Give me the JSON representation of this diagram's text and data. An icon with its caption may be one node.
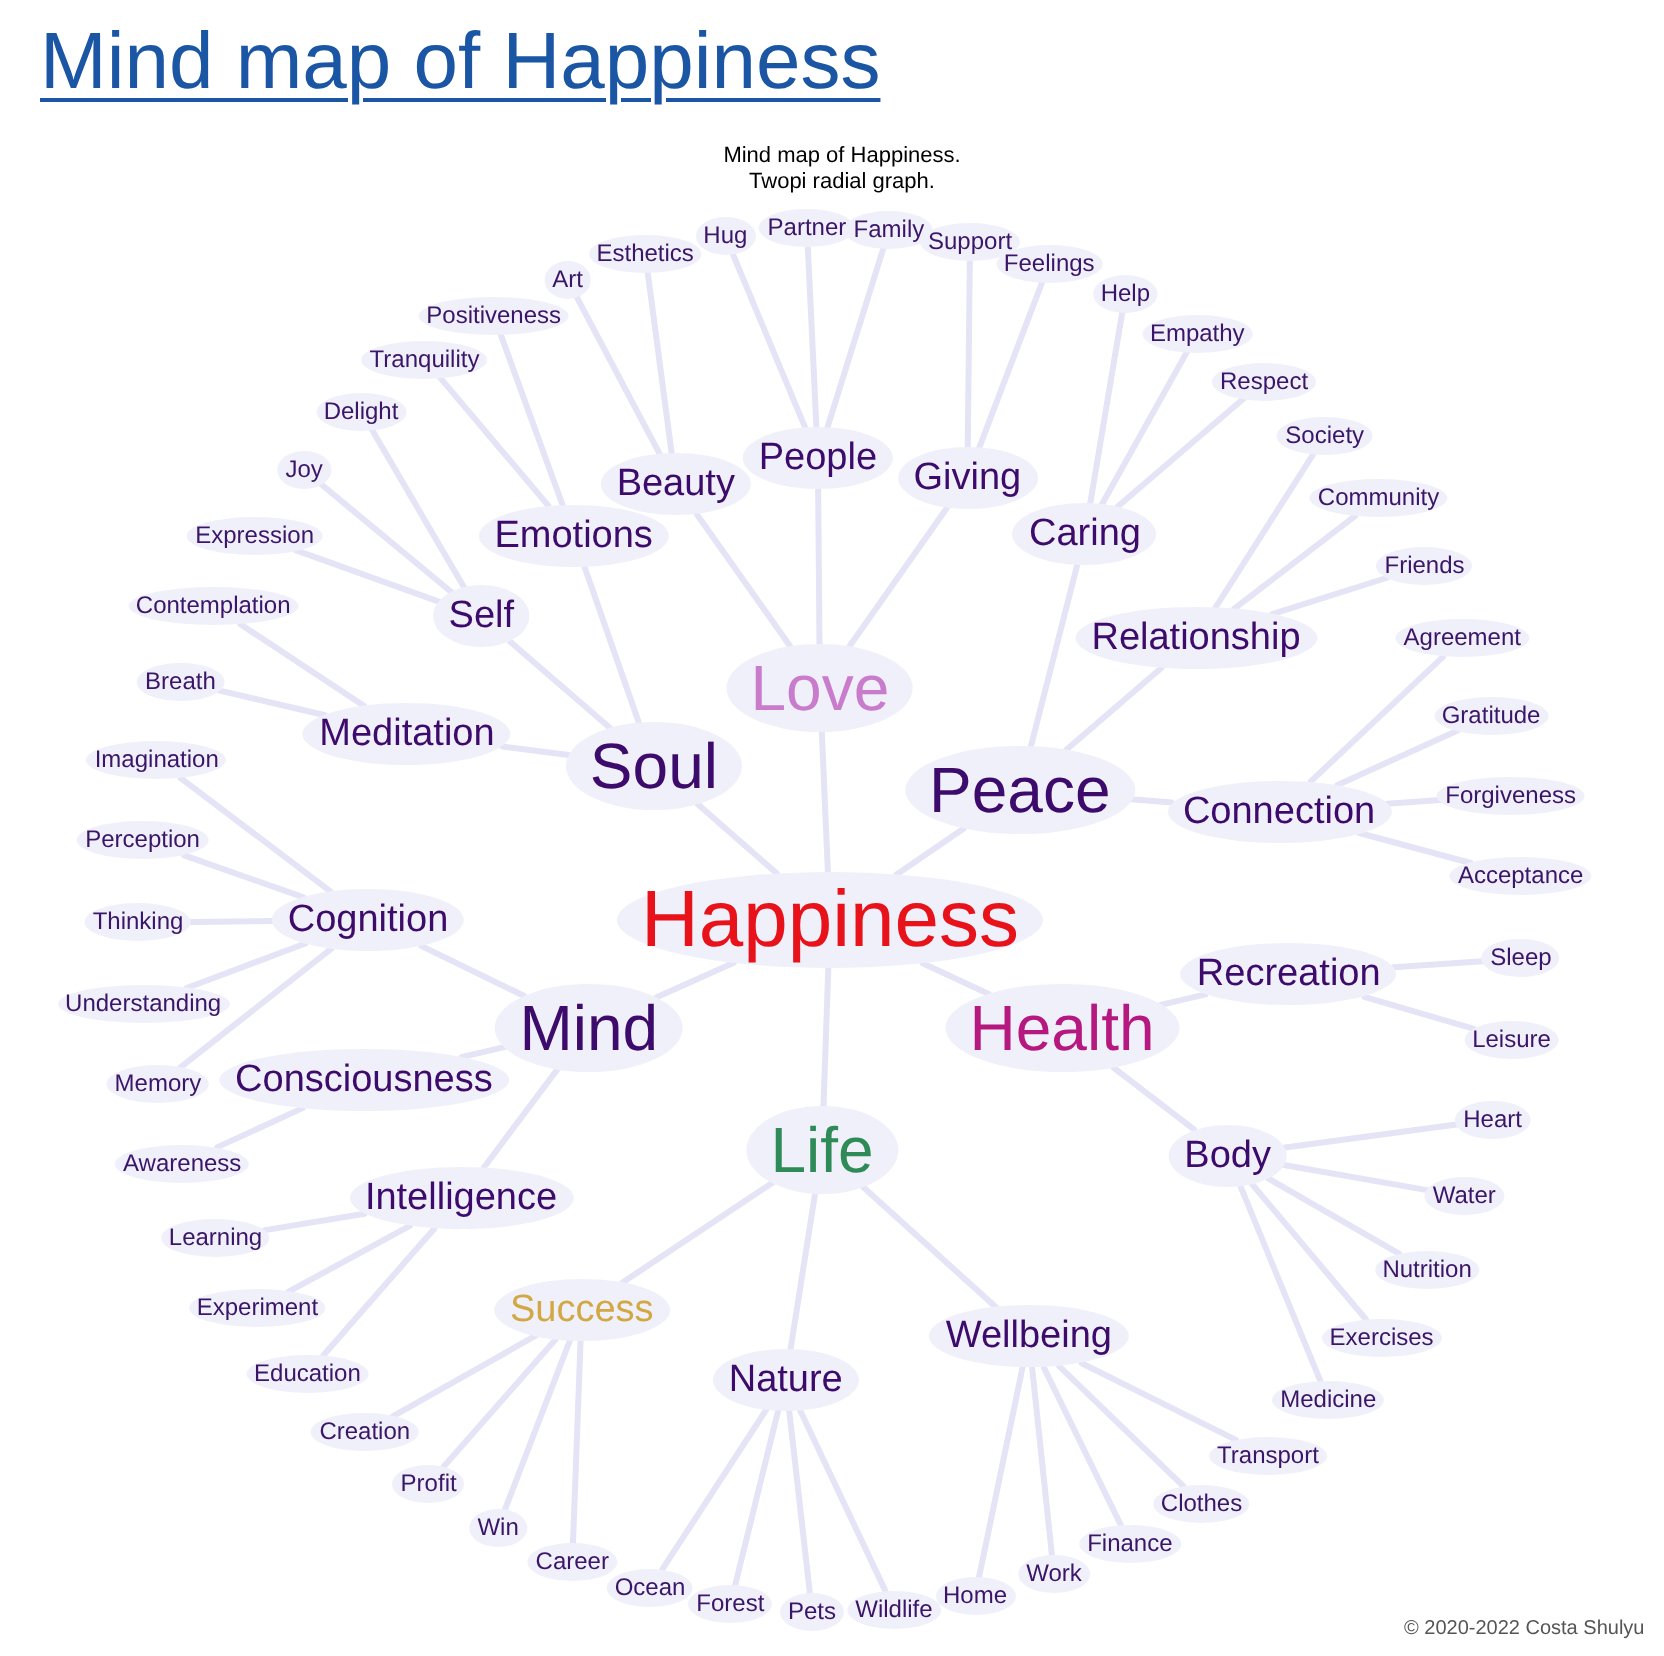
{
  "diagram": {
    "title": "Mind map of Happiness",
    "nodes": [
      {
        "text": [
          "Happiness"
        ]
      },
      {
        "text": [
          "Love"
        ]
      },
      {
        "text": [
          "Peace"
        ]
      },
      {
        "text": [
          "Health"
        ]
      },
      {
        "text": [
          "Life"
        ]
      },
      {
        "text": [
          "Mind"
        ]
      },
      {
        "text": [
          "Soul"
        ]
      },
      {
        "text": [
          "People"
        ]
      },
      {
        "text": [
          "Giving"
        ]
      },
      {
        "text": [
          "Caring"
        ]
      },
      {
        "text": [
          "Relationship"
        ]
      },
      {
        "text": [
          "Connection"
        ]
      },
      {
        "text": [
          "Recreation"
        ]
      },
      {
        "text": [
          "Body"
        ]
      },
      {
        "text": [
          "Wellbeing"
        ]
      },
      {
        "text": [
          "Nature"
        ]
      },
      {
        "text": [
          "Success"
        ]
      },
      {
        "text": [
          "Intelligence"
        ]
      },
      {
        "text": [
          "Consciousness"
        ]
      },
      {
        "text": [
          "Cognition"
        ]
      },
      {
        "text": [
          "Meditation"
        ]
      },
      {
        "text": [
          "Self"
        ]
      },
      {
        "text": [
          "Emotions"
        ]
      },
      {
        "text": [
          "Beauty"
        ]
      },
      {
        "text": [
          "Hug"
        ]
      },
      {
        "text": [
          "Partner"
        ]
      },
      {
        "text": [
          "Family"
        ]
      },
      {
        "text": [
          "Support"
        ]
      },
      {
        "text": [
          "Feelings"
        ]
      },
      {
        "text": [
          "Help"
        ]
      },
      {
        "text": [
          "Empathy"
        ]
      },
      {
        "text": [
          "Respect"
        ]
      },
      {
        "text": [
          "Society"
        ]
      },
      {
        "text": [
          "Community"
        ]
      },
      {
        "text": [
          "Friends"
        ]
      },
      {
        "text": [
          "Agreement"
        ]
      },
      {
        "text": [
          "Gratitude"
        ]
      },
      {
        "text": [
          "Forgiveness"
        ]
      },
      {
        "text": [
          "Acceptance"
        ]
      },
      {
        "text": [
          "Sleep"
        ]
      },
      {
        "text": [
          "Leisure"
        ]
      },
      {
        "text": [
          "Heart"
        ]
      },
      {
        "text": [
          "Water"
        ]
      },
      {
        "text": [
          "Nutrition"
        ]
      },
      {
        "text": [
          "Exercises"
        ]
      },
      {
        "text": [
          "Medicine"
        ]
      },
      {
        "text": [
          "Transport"
        ]
      },
      {
        "text": [
          "Clothes"
        ]
      },
      {
        "text": [
          "Finance"
        ]
      },
      {
        "text": [
          "Work"
        ]
      },
      {
        "text": [
          "Home"
        ]
      },
      {
        "text": [
          "Wildlife"
        ]
      },
      {
        "text": [
          "Pets"
        ]
      },
      {
        "text": [
          "Forest"
        ]
      },
      {
        "text": [
          "Ocean"
        ]
      },
      {
        "text": [
          "Career"
        ]
      },
      {
        "text": [
          "Win"
        ]
      },
      {
        "text": [
          "Profit"
        ]
      },
      {
        "text": [
          "Creation"
        ]
      },
      {
        "text": [
          "Education"
        ]
      },
      {
        "text": [
          "Experiment"
        ]
      },
      {
        "text": [
          "Learning"
        ]
      },
      {
        "text": [
          "Awareness"
        ]
      },
      {
        "text": [
          "Memory"
        ]
      },
      {
        "text": [
          "Understanding"
        ]
      },
      {
        "text": [
          "Thinking"
        ]
      },
      {
        "text": [
          "Perception"
        ]
      },
      {
        "text": [
          "Imagination"
        ]
      },
      {
        "text": [
          "Breath"
        ]
      },
      {
        "text": [
          "Contemplation"
        ]
      },
      {
        "text": [
          "Expression"
        ]
      },
      {
        "text": [
          "Joy"
        ]
      },
      {
        "text": [
          "Delight"
        ]
      },
      {
        "text": [
          "Tranquility"
        ]
      },
      {
        "text": [
          "Positiveness"
        ]
      },
      {
        "text": [
          "Art"
        ]
      },
      {
        "text": [
          "Esthetics"
        ]
      }
    ],
    "edges": [
      {
        "from": 0,
        "to": 1,
        "arrow": "none"
      },
      {
        "from": 0,
        "to": 2,
        "arrow": "none"
      },
      {
        "from": 0,
        "to": 3,
        "arrow": "none"
      },
      {
        "from": 0,
        "to": 4,
        "arrow": "none"
      },
      {
        "from": 0,
        "to": 5,
        "arrow": "none"
      },
      {
        "from": 0,
        "to": 6,
        "arrow": "none"
      },
      {
        "from": 1,
        "to": 7,
        "arrow": "none"
      },
      {
        "from": 1,
        "to": 8,
        "arrow": "none"
      },
      {
        "from": 1,
        "to": 23,
        "arrow": "none"
      },
      {
        "from": 2,
        "to": 9,
        "arrow": "none"
      },
      {
        "from": 2,
        "to": 10,
        "arrow": "none"
      },
      {
        "from": 2,
        "to": 11,
        "arrow": "none"
      },
      {
        "from": 3,
        "to": 12,
        "arrow": "none"
      },
      {
        "from": 3,
        "to": 13,
        "arrow": "none"
      },
      {
        "from": 4,
        "to": 14,
        "arrow": "none"
      },
      {
        "from": 4,
        "to": 15,
        "arrow": "none"
      },
      {
        "from": 4,
        "to": 16,
        "arrow": "none"
      },
      {
        "from": 5,
        "to": 17,
        "arrow": "none"
      },
      {
        "from": 5,
        "to": 18,
        "arrow": "none"
      },
      {
        "from": 5,
        "to": 19,
        "arrow": "none"
      },
      {
        "from": 6,
        "to": 20,
        "arrow": "none"
      },
      {
        "from": 6,
        "to": 21,
        "arrow": "none"
      },
      {
        "from": 6,
        "to": 22,
        "arrow": "none"
      },
      {
        "from": 7,
        "to": 24,
        "arrow": "none"
      },
      {
        "from": 7,
        "to": 25,
        "arrow": "none"
      },
      {
        "from": 7,
        "to": 26,
        "arrow": "none"
      },
      {
        "from": 8,
        "to": 27,
        "arrow": "none"
      },
      {
        "from": 8,
        "to": 28,
        "arrow": "none"
      },
      {
        "from": 9,
        "to": 29,
        "arrow": "none"
      },
      {
        "from": 9,
        "to": 30,
        "arrow": "none"
      },
      {
        "from": 9,
        "to": 31,
        "arrow": "none"
      },
      {
        "from": 10,
        "to": 32,
        "arrow": "none"
      },
      {
        "from": 10,
        "to": 33,
        "arrow": "none"
      },
      {
        "from": 10,
        "to": 34,
        "arrow": "none"
      },
      {
        "from": 11,
        "to": 35,
        "arrow": "none"
      },
      {
        "from": 11,
        "to": 36,
        "arrow": "none"
      },
      {
        "from": 11,
        "to": 37,
        "arrow": "none"
      },
      {
        "from": 11,
        "to": 38,
        "arrow": "none"
      },
      {
        "from": 12,
        "to": 39,
        "arrow": "none"
      },
      {
        "from": 12,
        "to": 40,
        "arrow": "none"
      },
      {
        "from": 13,
        "to": 41,
        "arrow": "none"
      },
      {
        "from": 13,
        "to": 42,
        "arrow": "none"
      },
      {
        "from": 13,
        "to": 43,
        "arrow": "none"
      },
      {
        "from": 13,
        "to": 44,
        "arrow": "none"
      },
      {
        "from": 13,
        "to": 45,
        "arrow": "none"
      },
      {
        "from": 14,
        "to": 46,
        "arrow": "none"
      },
      {
        "from": 14,
        "to": 47,
        "arrow": "none"
      },
      {
        "from": 14,
        "to": 48,
        "arrow": "none"
      },
      {
        "from": 14,
        "to": 49,
        "arrow": "none"
      },
      {
        "from": 14,
        "to": 50,
        "arrow": "none"
      },
      {
        "from": 15,
        "to": 51,
        "arrow": "none"
      },
      {
        "from": 15,
        "to": 52,
        "arrow": "none"
      },
      {
        "from": 15,
        "to": 53,
        "arrow": "none"
      },
      {
        "from": 15,
        "to": 54,
        "arrow": "none"
      },
      {
        "from": 16,
        "to": 55,
        "arrow": "none"
      },
      {
        "from": 16,
        "to": 56,
        "arrow": "none"
      },
      {
        "from": 16,
        "to": 57,
        "arrow": "none"
      },
      {
        "from": 16,
        "to": 58,
        "arrow": "none"
      },
      {
        "from": 17,
        "to": 59,
        "arrow": "none"
      },
      {
        "from": 17,
        "to": 60,
        "arrow": "none"
      },
      {
        "from": 17,
        "to": 61,
        "arrow": "none"
      },
      {
        "from": 18,
        "to": 62,
        "arrow": "none"
      },
      {
        "from": 19,
        "to": 63,
        "arrow": "none"
      },
      {
        "from": 19,
        "to": 64,
        "arrow": "none"
      },
      {
        "from": 19,
        "to": 65,
        "arrow": "none"
      },
      {
        "from": 19,
        "to": 66,
        "arrow": "none"
      },
      {
        "from": 19,
        "to": 67,
        "arrow": "none"
      },
      {
        "from": 20,
        "to": 68,
        "arrow": "none"
      },
      {
        "from": 20,
        "to": 69,
        "arrow": "none"
      },
      {
        "from": 21,
        "to": 70,
        "arrow": "none"
      },
      {
        "from": 21,
        "to": 71,
        "arrow": "none"
      },
      {
        "from": 21,
        "to": 72,
        "arrow": "none"
      },
      {
        "from": 22,
        "to": 73,
        "arrow": "none"
      },
      {
        "from": 22,
        "to": 74,
        "arrow": "none"
      },
      {
        "from": 23,
        "to": 75,
        "arrow": "none"
      },
      {
        "from": 23,
        "to": 76,
        "arrow": "none"
      }
    ],
    "labels": [
      "Mind map of Happiness. Twopi radial graph.",
      "© 2020-2022 Costa Shulyu"
    ]
  }
}
